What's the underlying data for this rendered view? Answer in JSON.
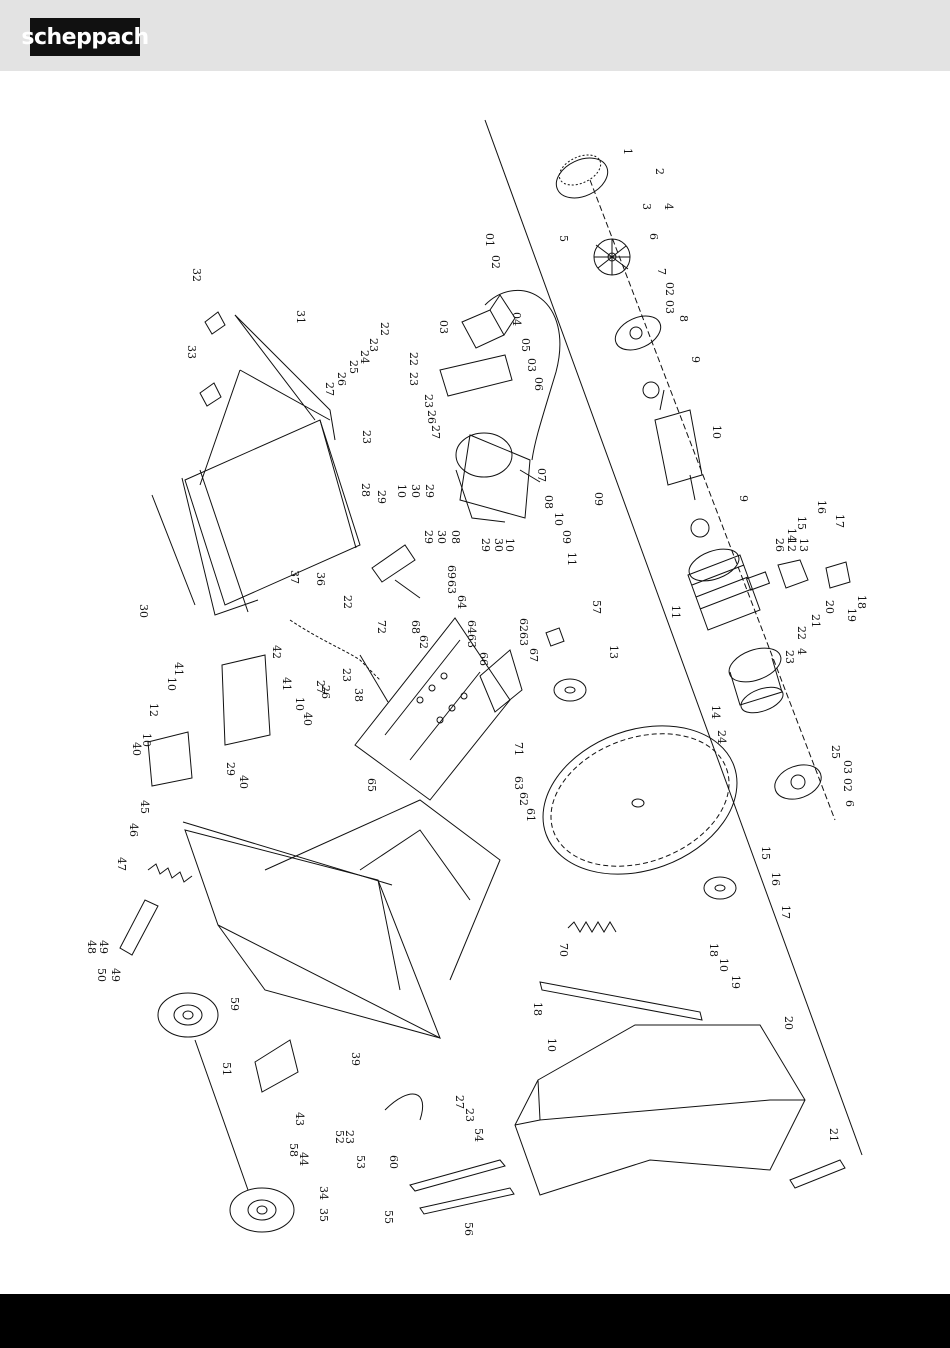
{
  "header": {
    "logo_text": "scheppach"
  },
  "colors": {
    "header_bg": "#e3e3e3",
    "footer_bg": "#000000",
    "line": "#111111"
  },
  "callouts": [
    {
      "text": "1"
    },
    {
      "text": "2"
    },
    {
      "text": "3"
    },
    {
      "text": "4"
    },
    {
      "text": "5"
    },
    {
      "text": "6"
    },
    {
      "text": "7"
    },
    {
      "text": "02"
    },
    {
      "text": "03"
    },
    {
      "text": "8"
    },
    {
      "text": "9"
    },
    {
      "text": "10"
    },
    {
      "text": "9"
    },
    {
      "text": "01"
    },
    {
      "text": "02"
    },
    {
      "text": "03"
    },
    {
      "text": "04"
    },
    {
      "text": "05"
    },
    {
      "text": "03"
    },
    {
      "text": "06"
    },
    {
      "text": "22"
    },
    {
      "text": "23"
    },
    {
      "text": "24"
    },
    {
      "text": "25"
    },
    {
      "text": "26"
    },
    {
      "text": "27"
    },
    {
      "text": "22"
    },
    {
      "text": "23"
    },
    {
      "text": "23"
    },
    {
      "text": "26"
    },
    {
      "text": "27"
    },
    {
      "text": "23"
    },
    {
      "text": "28"
    },
    {
      "text": "29"
    },
    {
      "text": "10"
    },
    {
      "text": "30"
    },
    {
      "text": "29"
    },
    {
      "text": "07"
    },
    {
      "text": "08"
    },
    {
      "text": "09"
    },
    {
      "text": "10"
    },
    {
      "text": "09"
    },
    {
      "text": "29"
    },
    {
      "text": "30"
    },
    {
      "text": "08"
    },
    {
      "text": "29"
    },
    {
      "text": "30"
    },
    {
      "text": "10"
    },
    {
      "text": "11"
    },
    {
      "text": "11"
    },
    {
      "text": "26"
    },
    {
      "text": "12"
    },
    {
      "text": "13"
    },
    {
      "text": "14"
    },
    {
      "text": "15"
    },
    {
      "text": "16"
    },
    {
      "text": "17"
    },
    {
      "text": "18"
    },
    {
      "text": "19"
    },
    {
      "text": "20"
    },
    {
      "text": "21"
    },
    {
      "text": "22"
    },
    {
      "text": "4"
    },
    {
      "text": "23"
    },
    {
      "text": "31"
    },
    {
      "text": "32"
    },
    {
      "text": "33"
    },
    {
      "text": "30"
    },
    {
      "text": "37"
    },
    {
      "text": "36"
    },
    {
      "text": "22"
    },
    {
      "text": "72"
    },
    {
      "text": "69"
    },
    {
      "text": "63"
    },
    {
      "text": "64"
    },
    {
      "text": "68"
    },
    {
      "text": "62"
    },
    {
      "text": "57"
    },
    {
      "text": "62"
    },
    {
      "text": "63"
    },
    {
      "text": "67"
    },
    {
      "text": "64"
    },
    {
      "text": "63"
    },
    {
      "text": "66"
    },
    {
      "text": "13"
    },
    {
      "text": "14"
    },
    {
      "text": "24"
    },
    {
      "text": "25"
    },
    {
      "text": "03"
    },
    {
      "text": "02"
    },
    {
      "text": "6"
    },
    {
      "text": "42"
    },
    {
      "text": "41"
    },
    {
      "text": "10"
    },
    {
      "text": "41"
    },
    {
      "text": "10"
    },
    {
      "text": "40"
    },
    {
      "text": "26"
    },
    {
      "text": "27"
    },
    {
      "text": "23"
    },
    {
      "text": "38"
    },
    {
      "text": "12"
    },
    {
      "text": "10"
    },
    {
      "text": "40"
    },
    {
      "text": "29"
    },
    {
      "text": "40"
    },
    {
      "text": "65"
    },
    {
      "text": "71"
    },
    {
      "text": "63"
    },
    {
      "text": "62"
    },
    {
      "text": "61"
    },
    {
      "text": "45"
    },
    {
      "text": "46"
    },
    {
      "text": "47"
    },
    {
      "text": "48"
    },
    {
      "text": "49"
    },
    {
      "text": "50"
    },
    {
      "text": "49"
    },
    {
      "text": "70"
    },
    {
      "text": "15"
    },
    {
      "text": "16"
    },
    {
      "text": "17"
    },
    {
      "text": "18"
    },
    {
      "text": "10"
    },
    {
      "text": "19"
    },
    {
      "text": "18"
    },
    {
      "text": "10"
    },
    {
      "text": "59"
    },
    {
      "text": "51"
    },
    {
      "text": "39"
    },
    {
      "text": "20"
    },
    {
      "text": "27"
    },
    {
      "text": "23"
    },
    {
      "text": "54"
    },
    {
      "text": "52"
    },
    {
      "text": "23"
    },
    {
      "text": "53"
    },
    {
      "text": "60"
    },
    {
      "text": "43"
    },
    {
      "text": "58"
    },
    {
      "text": "44"
    },
    {
      "text": "34"
    },
    {
      "text": "35"
    },
    {
      "text": "55"
    },
    {
      "text": "56"
    },
    {
      "text": "21"
    }
  ]
}
